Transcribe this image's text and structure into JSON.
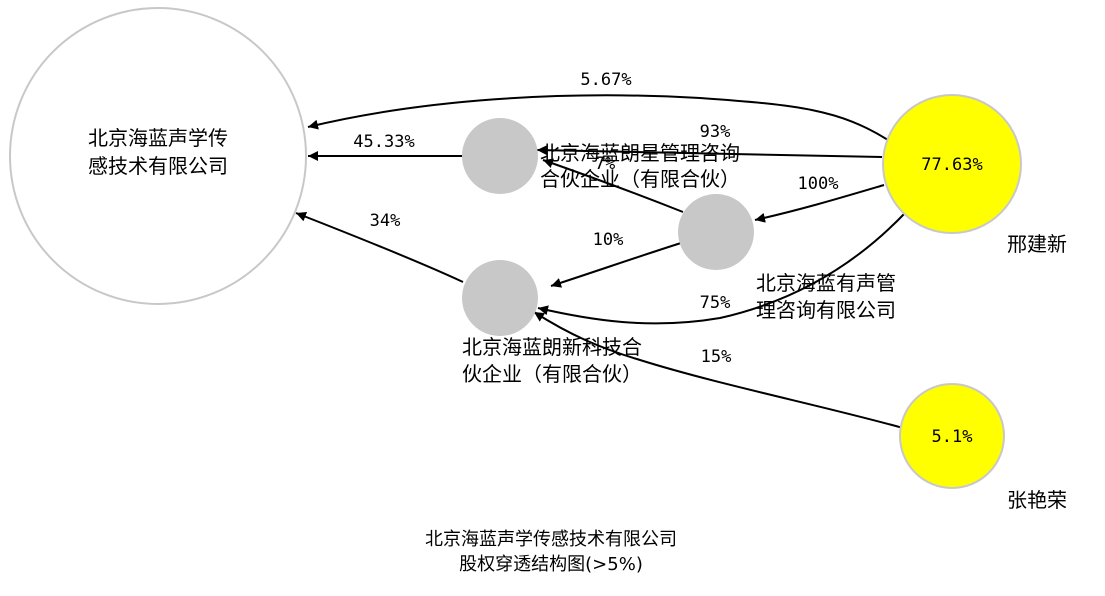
{
  "nodes": {
    "root": {
      "line1": "北京海蓝声学传",
      "line2": "感技术有限公司"
    },
    "langxing": {
      "line1": "北京海蓝朗星管理咨询",
      "line2": "合伙企业（有限合伙）"
    },
    "youshen": {
      "line1": "北京海蓝有声管",
      "line2": "理咨询有限公司"
    },
    "langxin": {
      "line1": "北京海蓝朗新科技合",
      "line2": "伙企业（有限合伙）"
    },
    "xing": {
      "name": "邢建新",
      "pct": "77.63%"
    },
    "zhang": {
      "name": "张艳荣",
      "pct": "5.1%"
    }
  },
  "edges": {
    "xing_root": "5.67%",
    "langxing_root": "45.33%",
    "xing_langxing": "93%",
    "youshen_langxing": "7%",
    "xing_youshen": "100%",
    "langxin_root": "34%",
    "youshen_langxin": "10%",
    "xing_langxin": "75%",
    "zhang_langxin": "15%"
  },
  "footer": {
    "title_line1": "北京海蓝声学传感技术有限公司",
    "title_line2": "股权穿透结构图(>5%)"
  },
  "colors": {
    "person_fill": "#ffff00",
    "company_fill": "#c8c8c8",
    "root_stroke": "#c8c8c8",
    "edge": "#000000"
  }
}
